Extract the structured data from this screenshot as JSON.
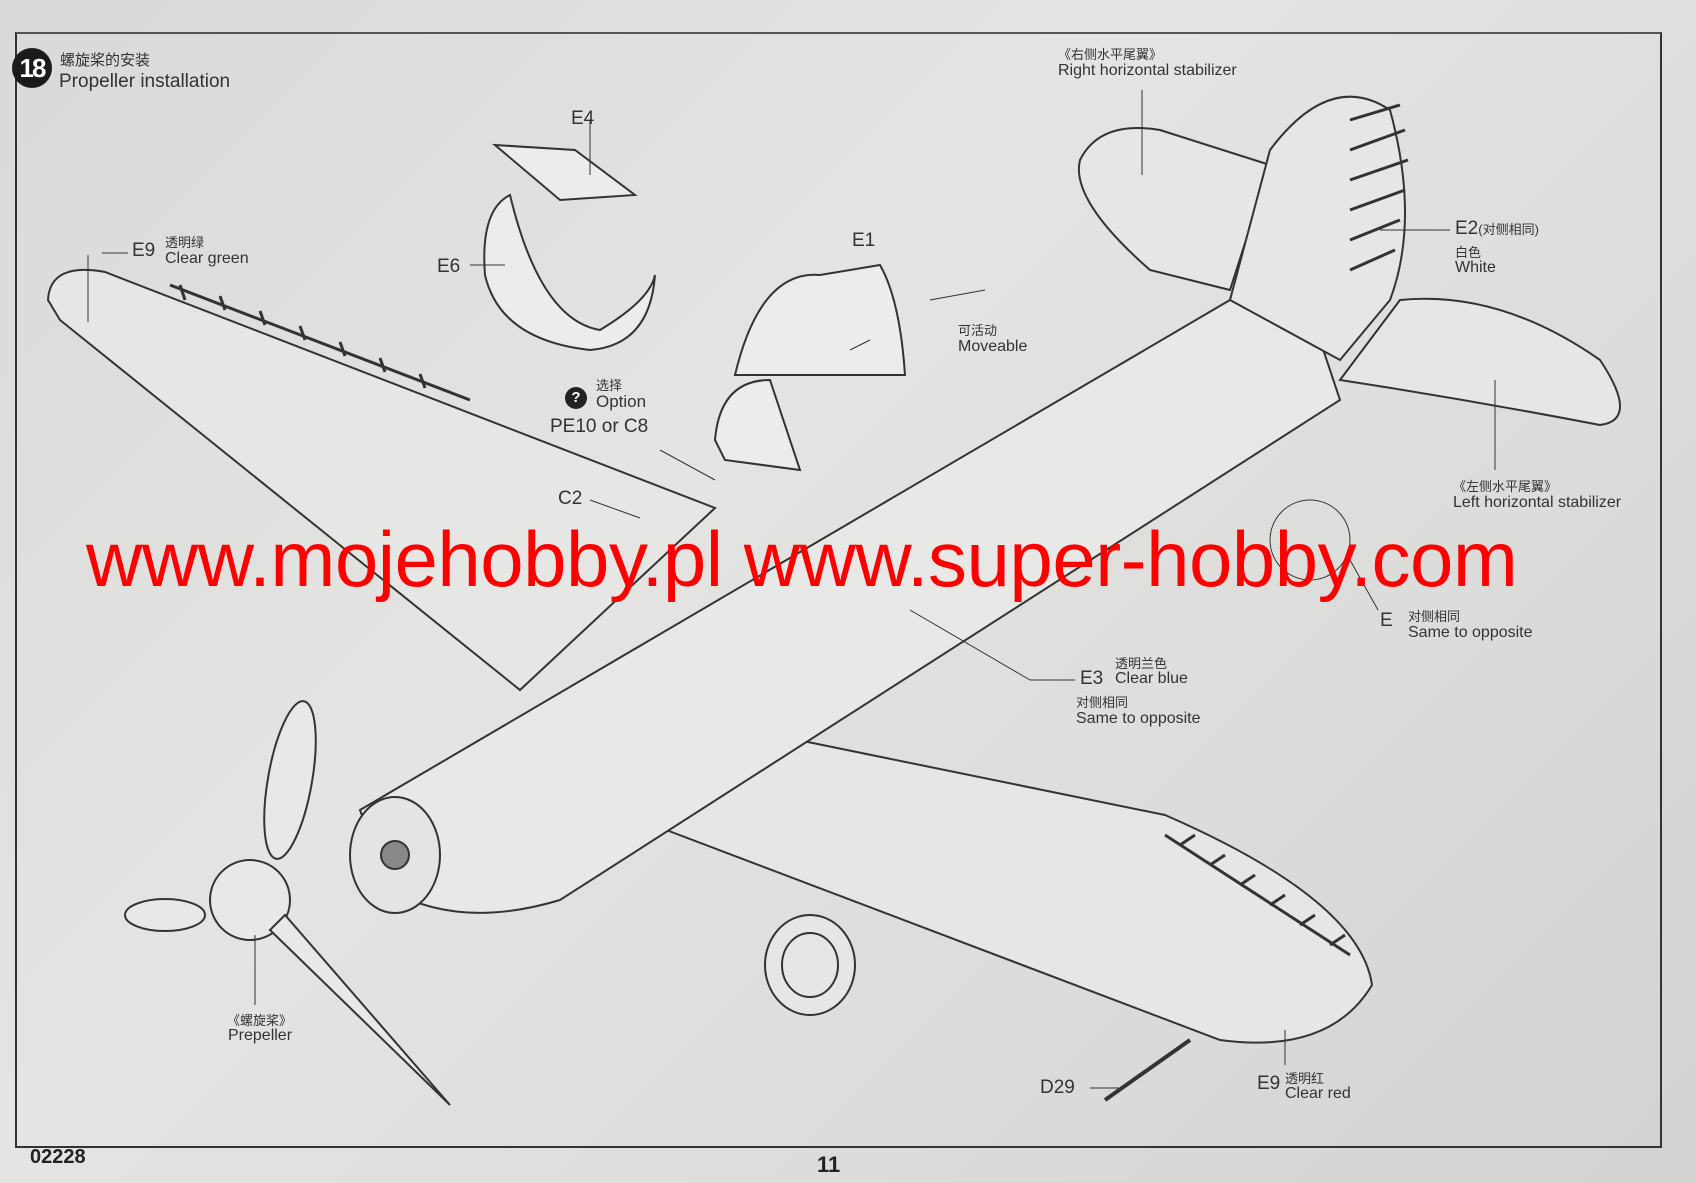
{
  "step": {
    "number": "18",
    "title_cn": "螺旋桨的安装",
    "title_en": "Propeller installation"
  },
  "parts": {
    "e4": "E4",
    "e6": "E6",
    "e1": "E1",
    "e9_top": {
      "part": "E9",
      "cn": "透明绿",
      "en": "Clear green"
    },
    "moveable": {
      "cn": "可活动",
      "en": "Moveable"
    },
    "option": {
      "cn": "选择",
      "en": "Option",
      "icon": "question-icon",
      "parts": "PE10 or C8"
    },
    "c2": "C2",
    "right_stab": {
      "cn": "《右侧水平尾翼》",
      "en": "Right horizontal stabilizer"
    },
    "e2": {
      "part": "E2",
      "note_cn": "(对侧相同)",
      "cn": "白色",
      "en": "White"
    },
    "left_stab": {
      "cn": "《左侧水平尾翼》",
      "en": "Left horizontal stabilizer"
    },
    "tail_detail": {
      "part": "E",
      "cn": "对侧相同",
      "en": "Same to opposite"
    },
    "e3": {
      "part": "E3",
      "cn": "透明兰色",
      "en": "Clear blue",
      "same_cn": "对侧相同",
      "same_en": "Same to opposite"
    },
    "propeller": {
      "cn": "《螺旋桨》",
      "en": "Prepeller"
    },
    "d29": "D29",
    "e9_bottom": {
      "part": "E9",
      "cn": "透明红",
      "en": "Clear red"
    }
  },
  "footer": {
    "code": "02228",
    "page": "11"
  },
  "watermark": "www.mojehobby.pl www.super-hobby.com",
  "colors": {
    "watermark": "#ff0000",
    "ink": "#2a2a2a",
    "paper": "#dededc"
  }
}
